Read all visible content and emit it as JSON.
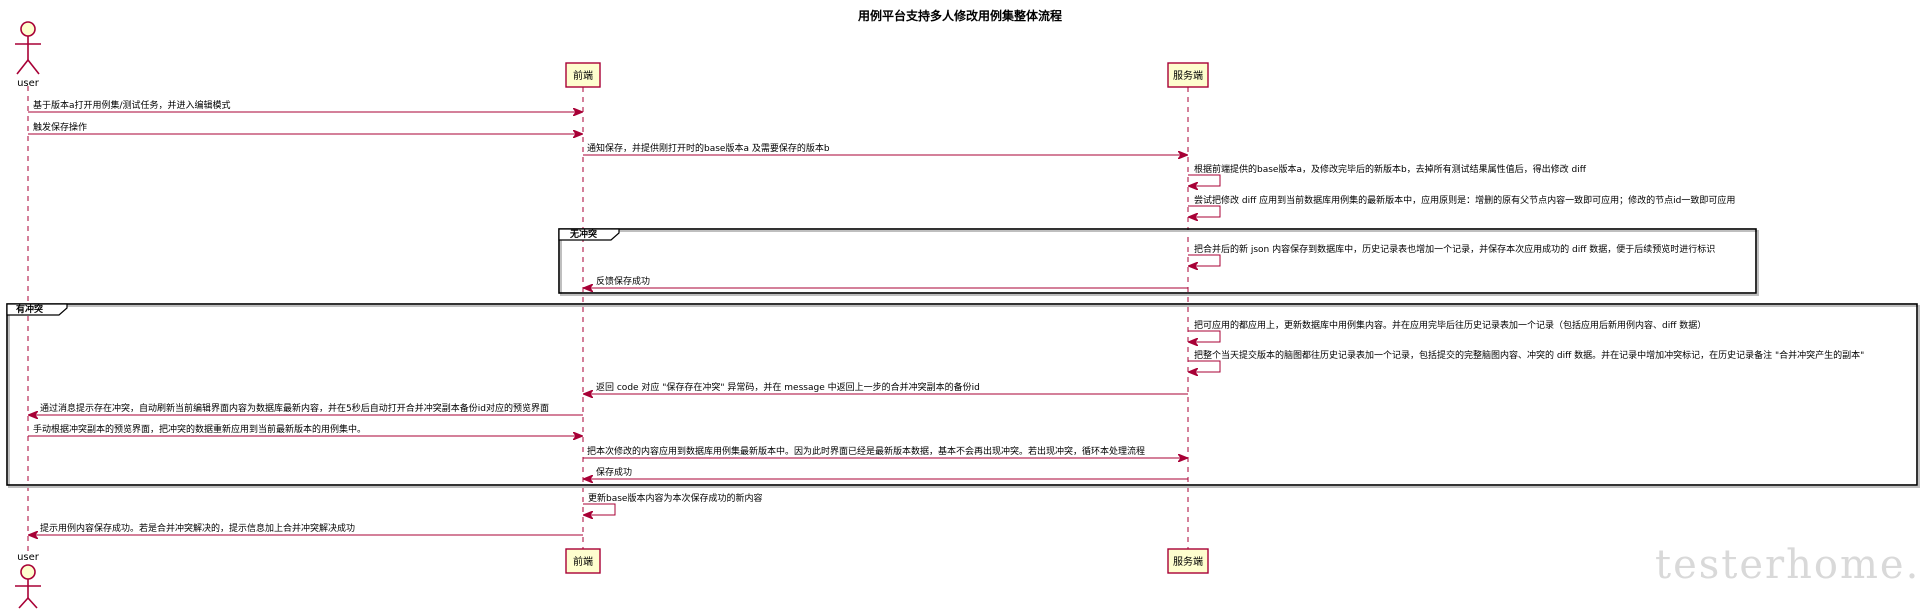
{
  "title": "用例平台支持多人修改用例集整体流程",
  "participants": [
    {
      "id": "user",
      "label": "user",
      "kind": "actor"
    },
    {
      "id": "frontend",
      "label": "前端",
      "kind": "participant"
    },
    {
      "id": "server",
      "label": "服务端",
      "kind": "participant"
    }
  ],
  "messages": [
    {
      "from": "user",
      "to": "frontend",
      "text": "基于版本a打开用例集/测试任务，并进入编辑模式"
    },
    {
      "from": "user",
      "to": "frontend",
      "text": "触发保存操作"
    },
    {
      "from": "frontend",
      "to": "server",
      "text": "通知保存，并提供刚打开时的base版本a 及需要保存的版本b"
    },
    {
      "from": "server",
      "to": "server",
      "text": "根据前端提供的base版本a，及修改完毕后的新版本b，去掉所有测试结果属性值后，得出修改 diff"
    },
    {
      "from": "server",
      "to": "server",
      "text": "尝试把修改 diff 应用到当前数据库用例集的最新版本中，应用原则是：增删的原有父节点内容一致即可应用；修改的节点id一致即可应用"
    },
    {
      "from": "server",
      "to": "server",
      "text": "把合并后的新 json 内容保存到数据库中，历史记录表也增加一个记录，并保存本次应用成功的 diff 数据，便于后续预览时进行标识"
    },
    {
      "from": "server",
      "to": "frontend",
      "text": "反馈保存成功"
    },
    {
      "from": "server",
      "to": "server",
      "text": "把可应用的都应用上，更新数据库中用例集内容。并在应用完毕后往历史记录表加一个记录（包括应用后新用例内容、diff 数据）"
    },
    {
      "from": "server",
      "to": "server",
      "text": "把整个当天提交版本的脑图都往历史记录表加一个记录，包括提交的完整脑图内容、冲突的 diff 数据。并在记录中增加冲突标记，在历史记录备注 \"合并冲突产生的副本\""
    },
    {
      "from": "server",
      "to": "frontend",
      "text": "返回 code 对应 \"保存存在冲突\" 异常码，并在 message 中返回上一步的合并冲突副本的备份id"
    },
    {
      "from": "frontend",
      "to": "user",
      "text": "通过消息提示存在冲突，自动刷新当前编辑界面内容为数据库最新内容，并在5秒后自动打开合并冲突副本备份id对应的预览界面"
    },
    {
      "from": "user",
      "to": "frontend",
      "text": "手动根据冲突副本的预览界面，把冲突的数据重新应用到当前最新版本的用例集中。"
    },
    {
      "from": "frontend",
      "to": "server",
      "text": "把本次修改的内容应用到数据库用例集最新版本中。因为此时界面已经是最新版本数据，基本不会再出现冲突。若出现冲突，循环本处理流程"
    },
    {
      "from": "server",
      "to": "frontend",
      "text": "保存成功"
    },
    {
      "from": "frontend",
      "to": "frontend",
      "text": "更新base版本内容为本次保存成功的新内容"
    },
    {
      "from": "frontend",
      "to": "user",
      "text": "提示用例内容保存成功。若是合并冲突解决的，提示信息加上合并冲突解决成功"
    }
  ],
  "frames": [
    {
      "label": "无冲突"
    },
    {
      "label": "有冲突"
    }
  ],
  "watermark": "testerhome.com",
  "colors": {
    "participant_fill": "#FEFECE",
    "line": "#A80036",
    "frame": "#000000",
    "background": "#FFFFFF"
  }
}
